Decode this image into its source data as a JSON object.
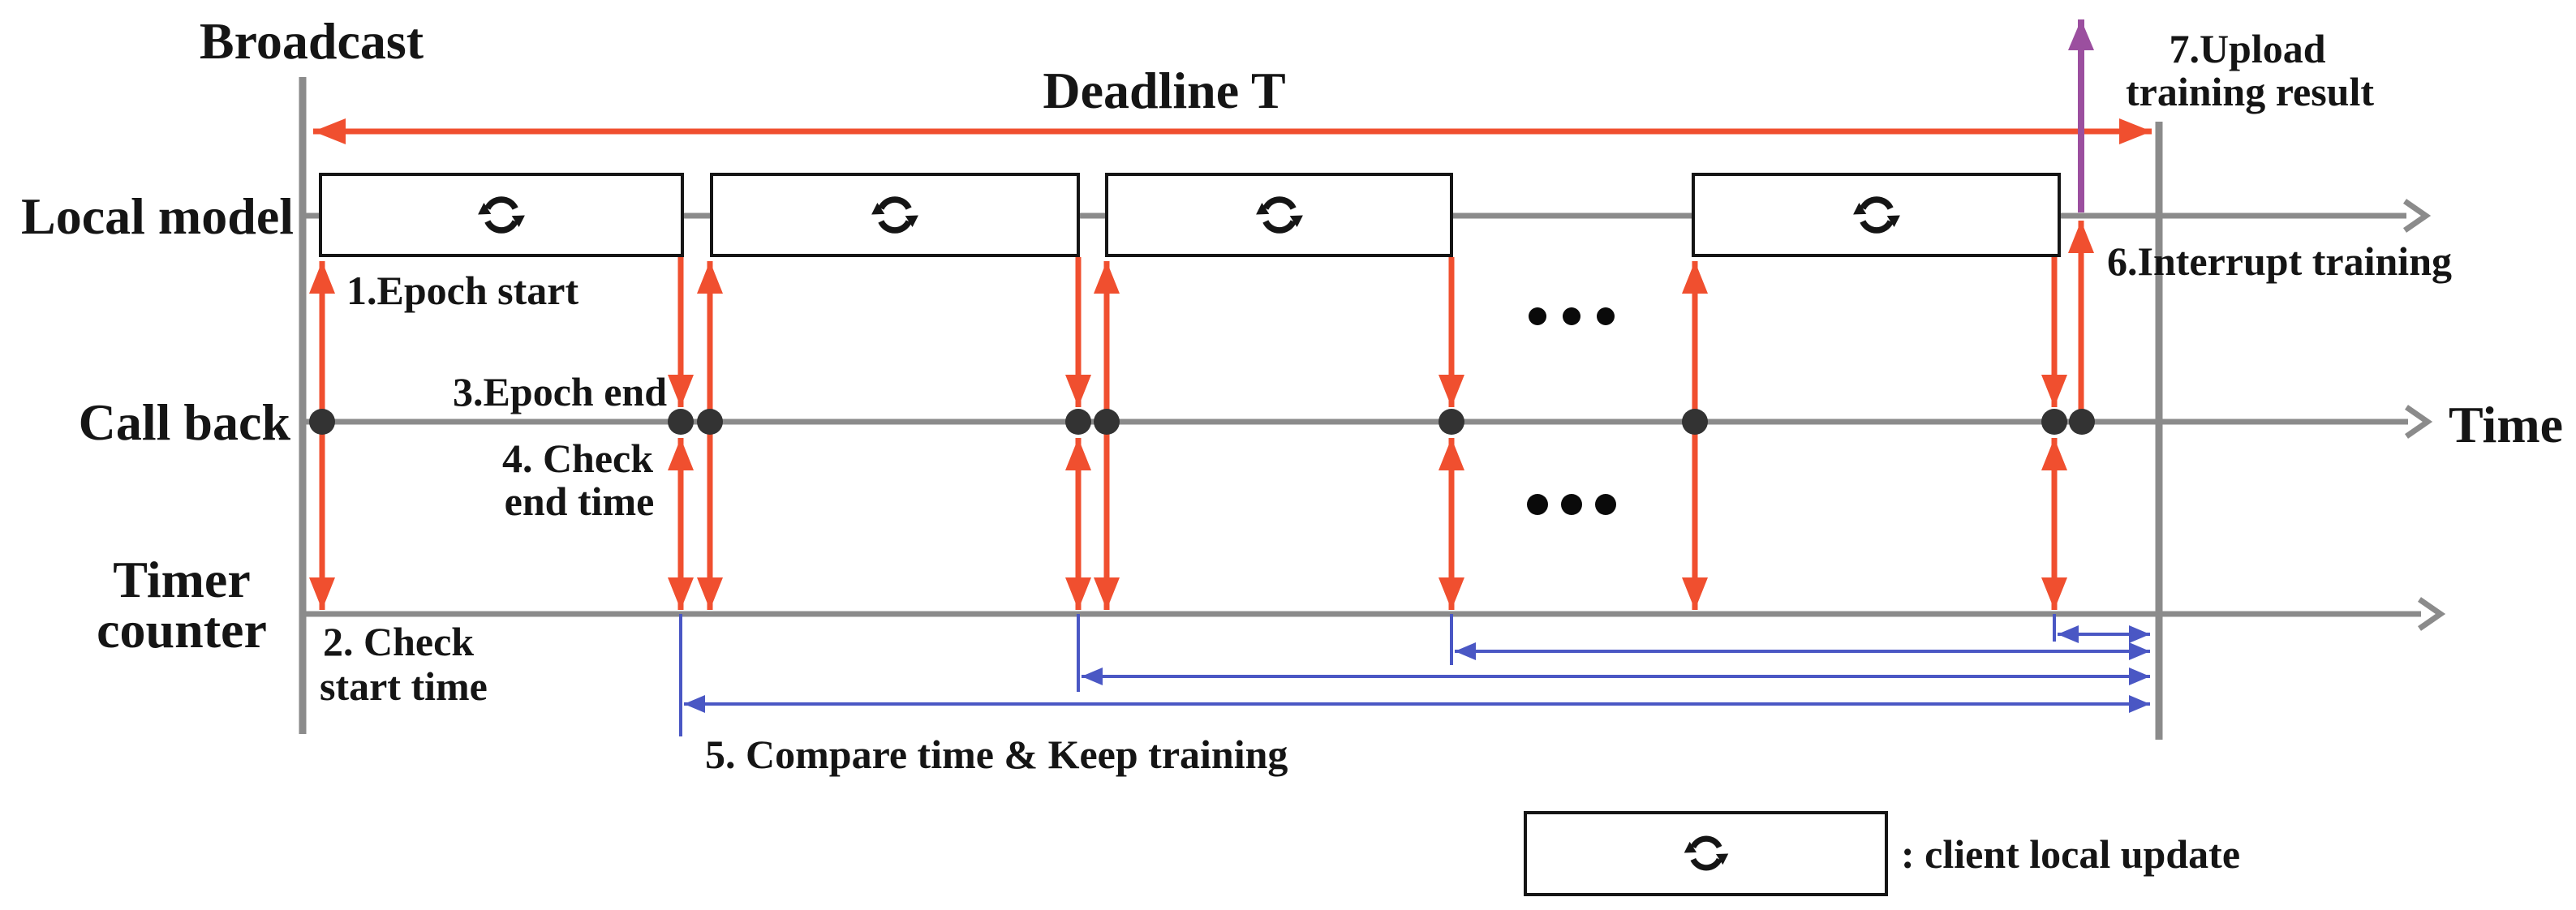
{
  "diagram": {
    "broadcast_label": "Broadcast",
    "deadline_label": "Deadline T",
    "rows": {
      "local_model": "Local model",
      "call_back": "Call back",
      "timer_line1": "Timer",
      "timer_line2": "counter",
      "time_axis": "Time"
    },
    "steps": {
      "step1": "1.Epoch start",
      "step2_line1": "2. Check",
      "step2_line2": "start time",
      "step3": "3.Epoch end",
      "step4_line1": "4. Check",
      "step4_line2": "end time",
      "step5": "5. Compare time & Keep training",
      "step6": "6.Interrupt training",
      "step7_line1": "7.Upload",
      "step7_line2": "training result"
    },
    "legend": {
      "icon": "sync-icon",
      "text": ": client local update"
    },
    "icons": {
      "epoch_box_icon": "sync-icon",
      "gap_icon": "ellipsis-dots"
    },
    "colors": {
      "red": "#f04f2f",
      "blue": "#4a57c4",
      "purple": "#9b4f9f",
      "gray": "#8b8b8b",
      "dot": "#333333",
      "box_border": "#151515",
      "text": "#151515",
      "background": "#ffffff"
    }
  }
}
